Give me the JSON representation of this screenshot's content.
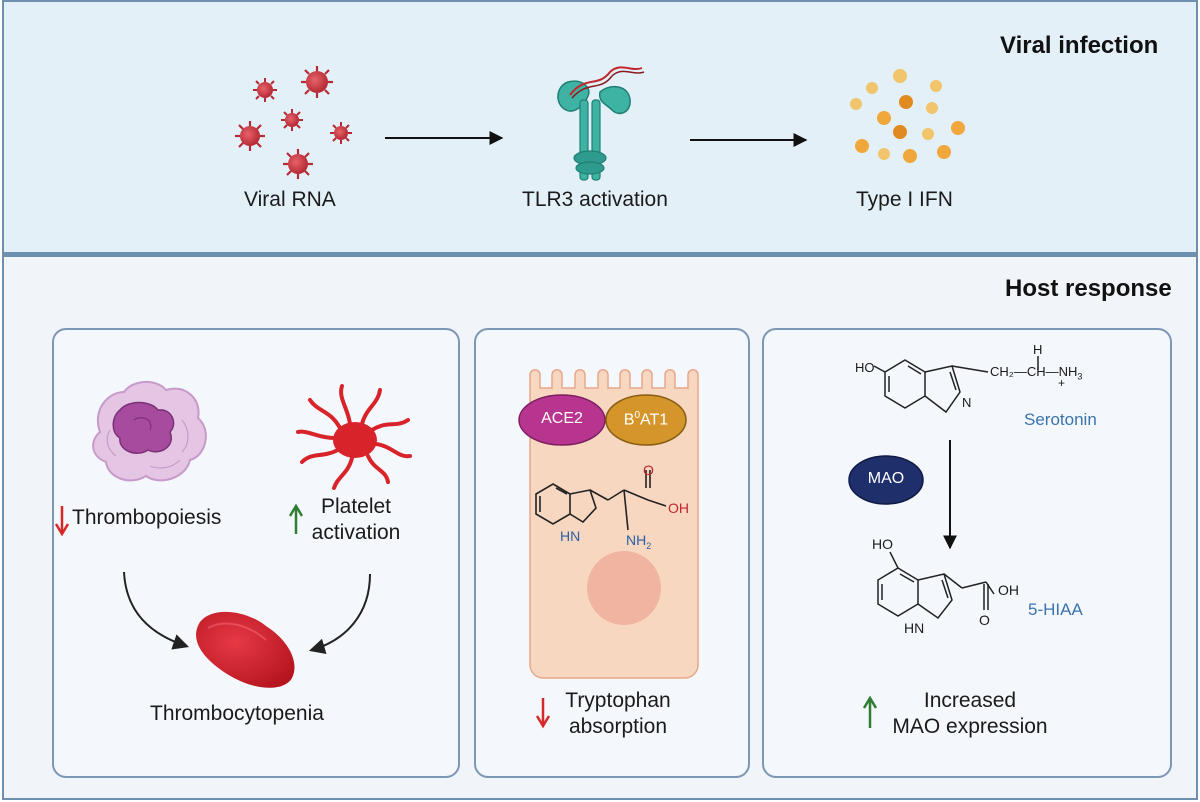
{
  "viral_infection": {
    "title": "Viral infection",
    "steps": [
      {
        "label": "Viral RNA",
        "icon": "virus-icon"
      },
      {
        "label": "TLR3 activation",
        "icon": "tlr3-receptor-icon"
      },
      {
        "label": "Type I IFN",
        "icon": "interferon-particles-icon"
      }
    ]
  },
  "host_response": {
    "title": "Host response",
    "panel_platelets": {
      "thrombopoiesis": "Thrombopoiesis",
      "platelet_activation_line1": "Platelet",
      "platelet_activation_line2": "activation",
      "thrombocytopenia": "Thrombocytopenia"
    },
    "panel_tryptophan": {
      "ace2": "ACE2",
      "b0at1_base": "B",
      "b0at1_sup": "0",
      "b0at1_rest": "AT1",
      "oh": "OH",
      "o": "O",
      "hn": "HN",
      "nh2": "NH",
      "nh2_sub": "2",
      "label_line1": "Tryptophan",
      "label_line2": "absorption"
    },
    "panel_mao": {
      "serotonin": "Serotonin",
      "ho": "HO",
      "h": "H",
      "nh3": "NH",
      "nh3_sub": "3",
      "plus": "+",
      "n": "N",
      "ch2_ch": "CH₂—CH—",
      "mao_enzyme": "MAO",
      "hiaa": "5-HIAA",
      "hiaa_ho": "HO",
      "hiaa_oh": "OH",
      "hiaa_o": "O",
      "hiaa_hn": "HN",
      "label_line1": "Increased",
      "label_line2": "MAO expression"
    }
  },
  "colors": {
    "top_bg": "#e3f0f8",
    "bottom_bg": "#f1f5fa",
    "border": "#6f8fae",
    "down_arrow": "#d62828",
    "up_arrow": "#2e7d32",
    "ace2": "#b8358f",
    "b0at1": "#d4962a",
    "mao": "#1f2f6b",
    "blue_text": "#3c74ad"
  }
}
